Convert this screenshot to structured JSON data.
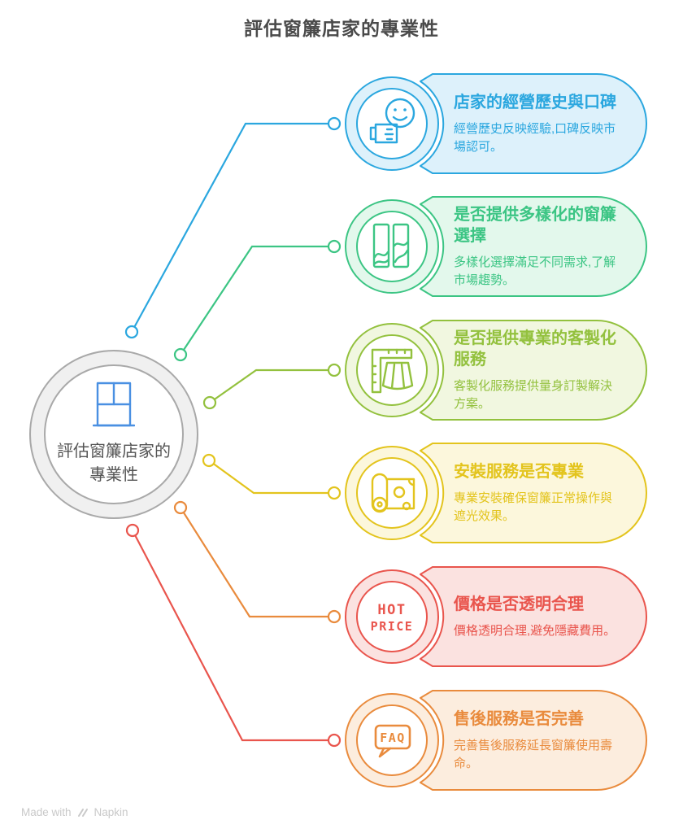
{
  "page": {
    "title": "評估窗簾店家的專業性"
  },
  "center": {
    "label": "評估窗簾店家的專業性",
    "icon": "window-icon",
    "icon_color": "#4a90e2",
    "ring_color": "#a9a9a9"
  },
  "nodes": [
    {
      "title": "店家的經營歷史與口碑",
      "description": "經營歷史反映經驗,口碑反映市場認可。",
      "icon": "review-smiley-icon",
      "color": "#2ba7df",
      "fill": "#ddf1fb",
      "connector_color": "#2ba7df"
    },
    {
      "title": "是否提供多樣化的窗簾選擇",
      "description": "多樣化選擇滿足不同需求,了解市場趨勢。",
      "icon": "curtain-samples-icon",
      "color": "#3cc584",
      "fill": "#e3f8ec",
      "connector_color": "#3cc584"
    },
    {
      "title": "是否提供專業的客製化服務",
      "description": "客製化服務提供量身訂製解決方案。",
      "icon": "ruler-skirt-icon",
      "color": "#93c13e",
      "fill": "#f1f7e0",
      "connector_color": "#93c13e"
    },
    {
      "title": "安裝服務是否專業",
      "description": "專業安裝確保窗簾正常操作與遮光效果。",
      "icon": "fabric-roll-icon",
      "color": "#e3c41d",
      "fill": "#fcf7dc",
      "connector_color": "#e3c41d"
    },
    {
      "title": "價格是否透明合理",
      "description": "價格透明合理,避免隱藏費用。",
      "icon": "hot-price-icon",
      "icon_text": [
        "HOT",
        "PRICE"
      ],
      "color": "#e9554d",
      "fill": "#fbe2e0",
      "connector_color": "#e98b3d"
    },
    {
      "title": "售後服務是否完善",
      "description": "完善售後服務延長窗簾使用壽命。",
      "icon": "faq-bubble-icon",
      "icon_text": [
        "FAQ"
      ],
      "color": "#e98b3d",
      "fill": "#fcedde",
      "connector_color": "#e9554d"
    }
  ],
  "footer": {
    "made_with": "Made with",
    "brand": "Napkin"
  }
}
